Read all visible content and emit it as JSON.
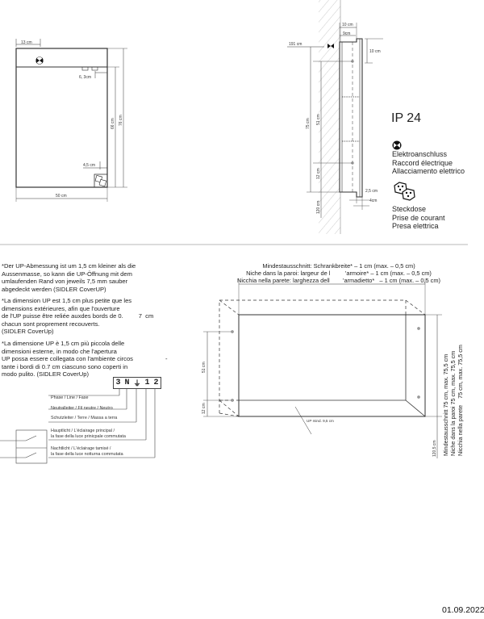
{
  "front_view": {
    "dim_top_left": "13 cm",
    "dim_hinge_offset": "6, 3cm",
    "dim_inner_height": "66 cm",
    "dim_total_height": "76 cm",
    "dim_socket_offset": "4,5 cm",
    "dim_width": "50 cm"
  },
  "side_view": {
    "dim_depth_outer": "10 cm",
    "dim_depth_inner": "9cm",
    "dim_height_top": "191 cm",
    "dim_top_recess": "10 cm",
    "dim_75": "75 cm",
    "dim_51": "51 cm",
    "dim_12": "12 cm",
    "dim_120": "120 cm",
    "dim_25": "2,5 cm",
    "dim_4": "4cm"
  },
  "legend": {
    "ip_rating": "IP 24",
    "electrical": {
      "icon": "electrical-connection-icon",
      "lines": [
        "Elektroanschluss",
        "Raccord électrique",
        "Allacciamento elettrico"
      ]
    },
    "socket": {
      "icon": "socket-icon",
      "lines": [
        "Steckdose",
        "Prise de courant",
        "Presa elettrica"
      ]
    }
  },
  "notes": {
    "de": "*Der UP-Abmessung ist um 1,5 cm kleiner als die\nAussenmasse, so kann die UP-Öffnung mit dem\numlaufenden Rand von jeweils 7,5 mm sauber\nabgedeckt werden (SIDLER CoverUP)",
    "fr": "*La dimension UP est 1,5 cm plus petite que les\ndimensions extérieures, afin que l'ouverture\nde l'UP puisse être reliée auxdes bords de 0.         7  cm\nchacun sont proprement recouverts.\n(SIDLER CoverUp)",
    "it": "*La dimensione UP è 1,5 cm più piccola delle\ndimensioni esterne, in modo che l'apertura\nUP possa essere collegata con l'ambiente circos                   -\ntante i bordi di 0.7 cm ciascuno sono coperti in\nmodo pulito. (SIDLER CoverUp)"
  },
  "terminal": {
    "labels": [
      "3",
      "N",
      "⏚",
      "1",
      "2"
    ],
    "wires": [
      "Phase / Line / Fase",
      "Neutralleiter / Fil neutre / Neutro",
      "Schutzleiter / Terre / Massa a terra",
      "Hauptlicht / L'éclairage principal /\nla fase della luce prinicpale commutata",
      "Nachtlicht / L'éclairage tamisé /\nla fase della luce notturna commutata"
    ]
  },
  "niche": {
    "header": "Mindestausschnitt: Schrankbreite* – 1 cm (max. – 0,5 cm)\nNiche dans la paroi: largeur de l         'armoire* – 1 cm (max. – 0,5 cm)\nNicchia nella parete: larghezza dell        'armadietto*   – 1 cm (max. – 0,5 cm)",
    "dim_51": "51 cm",
    "dim_12": "12 cm",
    "dim_up_depth": "UP mind. 9,5 cm",
    "dim_bottom": "120,5 cm",
    "side_text": "Mindestausschnitt 75 cm, max. 75,5 cm\nNiche dans la paroi 75 cm, max. 75,5 cm\nNicchia nella parete    75 cm, max. 75,5 cm"
  },
  "footer": {
    "date": "01.09.2022"
  }
}
